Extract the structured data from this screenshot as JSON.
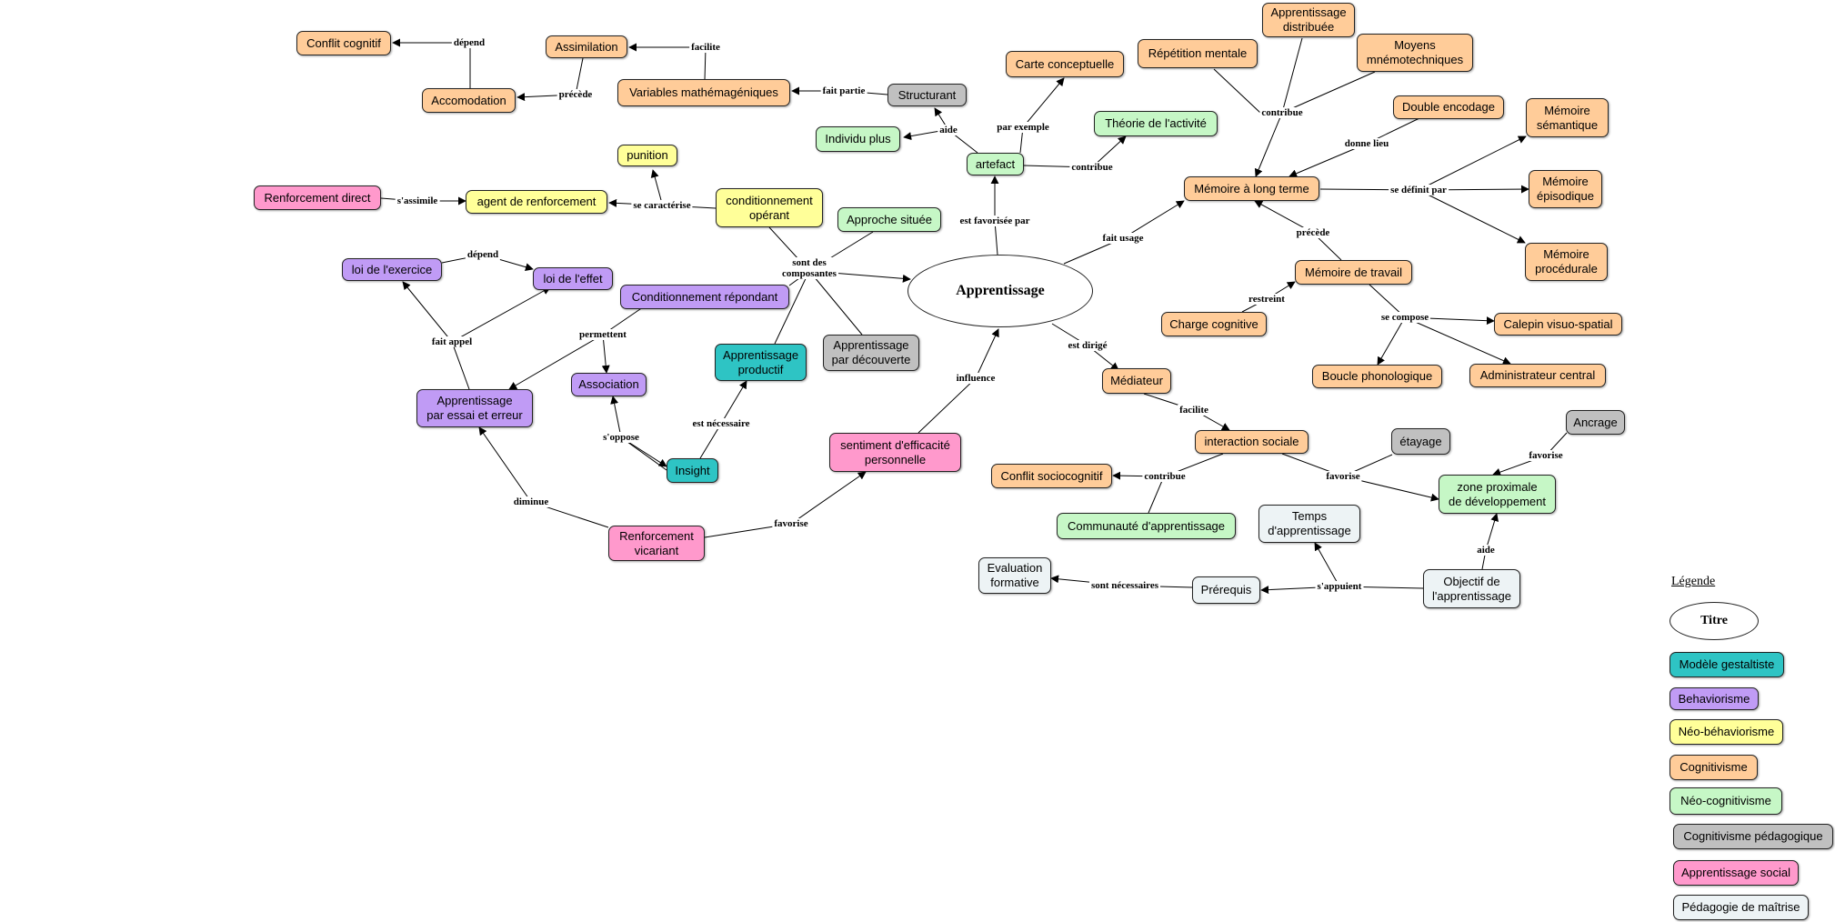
{
  "colors": {
    "gestaltiste": "#2EC4C4",
    "behaviorisme": "#C09BF5",
    "neo_behaviorisme": "#FFFF99",
    "cognitivisme": "#FFCC99",
    "neo_cognitivisme": "#C6F7C6",
    "cognitivisme_pedagogique": "#C0C0C0",
    "apprentissage_social": "#FF99CC",
    "pedagogie_maitrise": "#EDF3F5"
  },
  "nodes": {
    "apprentissage": {
      "label": "Apprentissage",
      "color": "title"
    },
    "conflit_cognitif": {
      "label": "Conflit cognitif",
      "color": "cognitivisme"
    },
    "assimilation": {
      "label": "Assimilation",
      "color": "cognitivisme"
    },
    "accomodation": {
      "label": "Accomodation",
      "color": "cognitivisme"
    },
    "variables_mathemageniques": {
      "label": "Variables mathémagéniques",
      "color": "cognitivisme"
    },
    "structurant": {
      "label": "Structurant",
      "color": "cognitivisme_pedagogique"
    },
    "carte_conceptuelle": {
      "label": "Carte conceptuelle",
      "color": "cognitivisme"
    },
    "repetition_mentale": {
      "label": "Répétition mentale",
      "color": "cognitivisme"
    },
    "apprentissage_distribue": {
      "label": "Apprentissage\ndistribuée",
      "color": "cognitivisme"
    },
    "moyens_mnemotechniques": {
      "label": "Moyens\nmnémotechniques",
      "color": "cognitivisme"
    },
    "individu_plus": {
      "label": "Individu plus",
      "color": "neo_cognitivisme"
    },
    "theorie_activite": {
      "label": "Théorie de l'activité",
      "color": "neo_cognitivisme"
    },
    "artefact": {
      "label": "artefact",
      "color": "neo_cognitivisme"
    },
    "double_encodage": {
      "label": "Double encodage",
      "color": "cognitivisme"
    },
    "memoire_semantique": {
      "label": "Mémoire\nsémantique",
      "color": "cognitivisme"
    },
    "punition": {
      "label": "punition",
      "color": "neo_behaviorisme"
    },
    "renforcement_direct": {
      "label": "Renforcement direct",
      "color": "apprentissage_social"
    },
    "agent_renforcement": {
      "label": "agent de renforcement",
      "color": "neo_behaviorisme"
    },
    "conditionnement_operant": {
      "label": "conditionnement\nopérant",
      "color": "neo_behaviorisme"
    },
    "approche_situee": {
      "label": "Approche située",
      "color": "neo_cognitivisme"
    },
    "memoire_long_terme": {
      "label": "Mémoire à long terme",
      "color": "cognitivisme"
    },
    "memoire_episodique": {
      "label": "Mémoire\népisodique",
      "color": "cognitivisme"
    },
    "loi_exercice": {
      "label": "loi de l'exercice",
      "color": "behaviorisme"
    },
    "loi_effet": {
      "label": "loi de l'effet",
      "color": "behaviorisme"
    },
    "conditionnement_repondant": {
      "label": "Conditionnement répondant",
      "color": "behaviorisme"
    },
    "memoire_procedurale": {
      "label": "Mémoire\nprocédurale",
      "color": "cognitivisme"
    },
    "memoire_travail": {
      "label": "Mémoire de travail",
      "color": "cognitivisme"
    },
    "charge_cognitive": {
      "label": "Charge cognitive",
      "color": "cognitivisme"
    },
    "calepin": {
      "label": "Calepin visuo-spatial",
      "color": "cognitivisme"
    },
    "apprentissage_productif": {
      "label": "Apprentissage\nproductif",
      "color": "gestaltiste"
    },
    "apprentissage_decouverte": {
      "label": "Apprentissage\npar découverte",
      "color": "cognitivisme_pedagogique"
    },
    "association": {
      "label": "Association",
      "color": "behaviorisme"
    },
    "essai_erreur": {
      "label": "Apprentissage\npar essai et erreur",
      "color": "behaviorisme"
    },
    "boucle_phonologique": {
      "label": "Boucle phonologique",
      "color": "cognitivisme"
    },
    "administrateur_central": {
      "label": "Administrateur central",
      "color": "cognitivisme"
    },
    "mediateur": {
      "label": "Médiateur",
      "color": "cognitivisme"
    },
    "ancrage": {
      "label": "Ancrage",
      "color": "cognitivisme_pedagogique"
    },
    "interaction_sociale": {
      "label": "interaction sociale",
      "color": "cognitivisme"
    },
    "etayage": {
      "label": "étayage",
      "color": "cognitivisme_pedagogique"
    },
    "sentiment_efficacite": {
      "label": "sentiment d'efficacité\npersonnelle",
      "color": "apprentissage_social"
    },
    "insight": {
      "label": "Insight",
      "color": "gestaltiste"
    },
    "conflit_sociocognitif": {
      "label": "Conflit sociocognitif",
      "color": "cognitivisme"
    },
    "zone_proximale": {
      "label": "zone proximale\nde développement",
      "color": "neo_cognitivisme"
    },
    "communaute": {
      "label": "Communauté d'apprentissage",
      "color": "neo_cognitivisme"
    },
    "temps_apprentissage": {
      "label": "Temps\nd'apprentissage",
      "color": "pedagogie_maitrise"
    },
    "renforcement_vicariant": {
      "label": "Renforcement\nvicariant",
      "color": "apprentissage_social"
    },
    "evaluation_formative": {
      "label": "Evaluation\nformative",
      "color": "pedagogie_maitrise"
    },
    "prerequis": {
      "label": "Prérequis",
      "color": "pedagogie_maitrise"
    },
    "objectif": {
      "label": "Objectif de\nl'apprentissage",
      "color": "pedagogie_maitrise"
    }
  },
  "edge_labels": {
    "depend_1": "dépend",
    "facilite_1": "facilite",
    "precede_1": "précède",
    "fait_partie": "fait partie",
    "aide_1": "aide",
    "par_exemple": "par exemple",
    "contribue_1": "contribue",
    "contribue_2": "contribue",
    "donne_lieu": "donne lieu",
    "se_definit_par": "se définit par",
    "se_caracterise": "se caractérise",
    "s_assimile": "s'assimile",
    "est_favorisee_par": "est favorisée par",
    "fait_usage": "fait usage",
    "depend_2": "dépend",
    "sont_des_composantes": "sont des\ncomposantes",
    "precede_2": "précède",
    "restreint": "restreint",
    "fait_appel": "fait appel",
    "permettent": "permettent",
    "se_compose": "se compose",
    "est_dirige": "est dirigé",
    "influence": "influence",
    "s_oppose": "s'oppose",
    "est_necessaire": "est nécessaire",
    "facilite_2": "facilite",
    "favorise_1": "favorise",
    "contribue_3": "contribue",
    "favorise_2": "favorise",
    "aide_2": "aide",
    "diminue": "diminue",
    "favorise_3": "favorise",
    "sont_necessaires": "sont nécessaires",
    "s_appuient": "s'appuient"
  },
  "legend": {
    "title": "Légende",
    "items": [
      {
        "label": "Titre",
        "color": "title"
      },
      {
        "label": "Modèle gestaltiste",
        "color": "gestaltiste"
      },
      {
        "label": "Behaviorisme",
        "color": "behaviorisme"
      },
      {
        "label": "Néo-béhaviorisme",
        "color": "neo_behaviorisme"
      },
      {
        "label": "Cognitivisme",
        "color": "cognitivisme"
      },
      {
        "label": "Néo-cognitivisme",
        "color": "neo_cognitivisme"
      },
      {
        "label": "Cognitivisme pédagogique",
        "color": "cognitivisme_pedagogique"
      },
      {
        "label": "Apprentissage social",
        "color": "apprentissage_social"
      },
      {
        "label": "Pédagogie de maîtrise",
        "color": "pedagogie_maitrise"
      }
    ]
  }
}
